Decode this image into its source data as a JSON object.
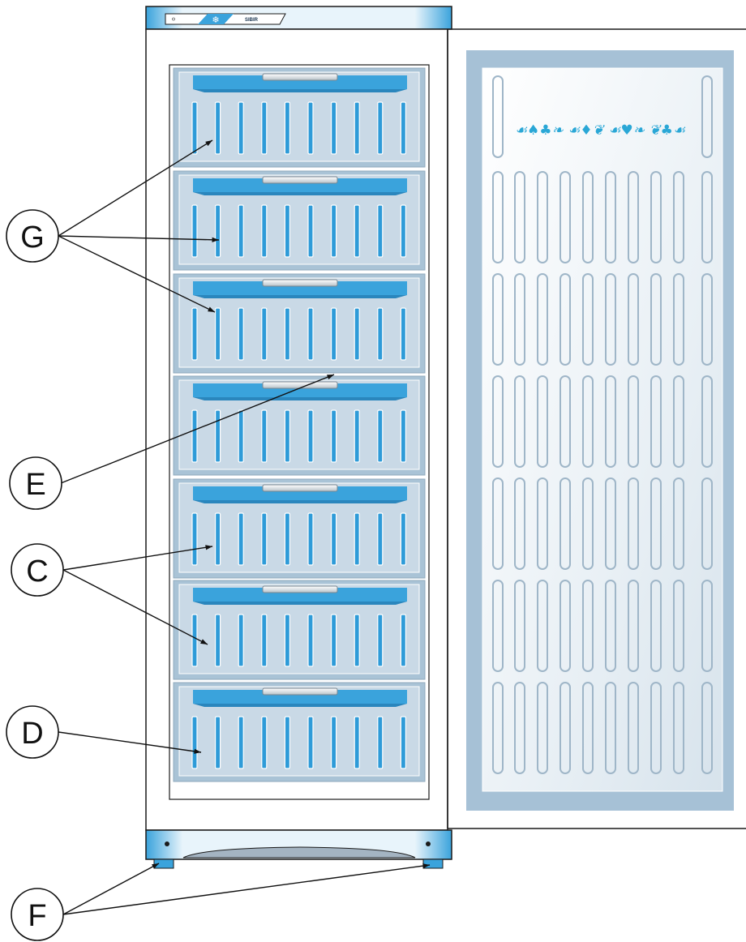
{
  "panel": {
    "brand": "SIBIR",
    "indicator_symbol": "❄"
  },
  "door": {
    "inscription": "☙♠♣❧ ☙♦❦ ☙♥❧ ❦♣☙"
  },
  "drawer_count": 7,
  "callouts": [
    {
      "id": "G",
      "label": "G"
    },
    {
      "id": "E",
      "label": "E"
    },
    {
      "id": "C",
      "label": "C"
    },
    {
      "id": "D",
      "label": "D"
    },
    {
      "id": "F",
      "label": "F"
    }
  ],
  "colors": {
    "cabinet_outline": "#1a1a1a",
    "drawer_face": "#c9d9e6",
    "drawer_frame": "#a9c3d6",
    "slot_blue": "#2e9bd8",
    "door_panel": "#a6c1d6",
    "door_inner": "#eef3f7",
    "accent_blue": "#3aa3dc"
  }
}
